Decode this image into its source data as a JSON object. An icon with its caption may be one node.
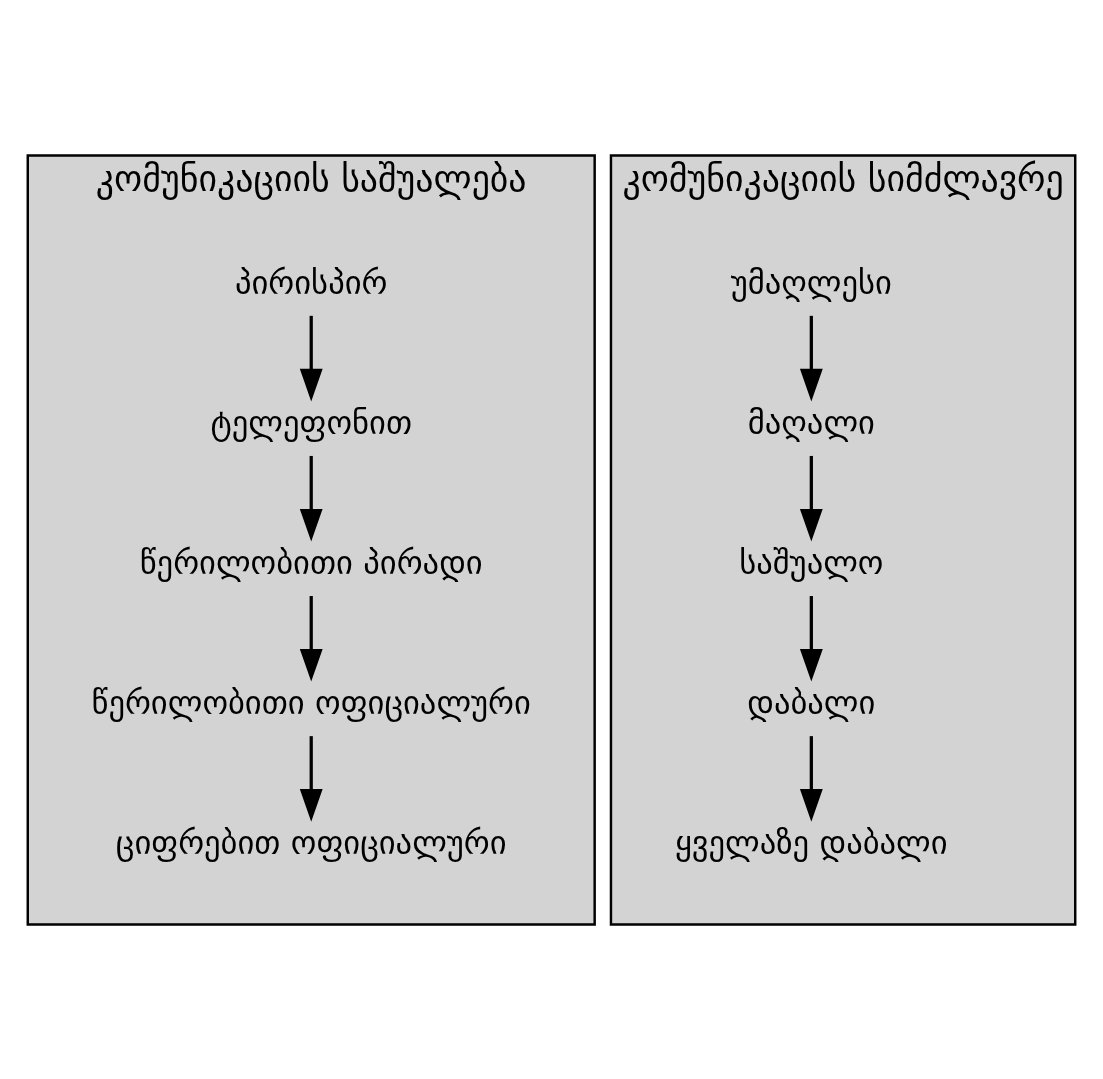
{
  "diagram": {
    "nodes": [
      {
        "text": [
          "კომუნიკაციის საშუალება"
        ]
      },
      {
        "text": [
          "პირისპირ"
        ],
        "in": 0
      },
      {
        "text": [
          "ტელეფონით"
        ],
        "in": 0
      },
      {
        "text": [
          "წერილობითი პირადი"
        ],
        "in": 0
      },
      {
        "text": [
          "წერილობითი ოფიციალური"
        ],
        "in": 0
      },
      {
        "text": [
          "ციფრებით ოფიციალური"
        ],
        "in": 0
      },
      {
        "text": [
          "კომუნიკაციის სიმძლავრე"
        ]
      },
      {
        "text": [
          "უმაღლესი"
        ],
        "in": 6
      },
      {
        "text": [
          "მაღალი"
        ],
        "in": 6
      },
      {
        "text": [
          "საშუალო"
        ],
        "in": 6
      },
      {
        "text": [
          "დაბალი"
        ],
        "in": 6
      },
      {
        "text": [
          "ყველაზე დაბალი"
        ],
        "in": 6
      }
    ],
    "edges": [
      {
        "from": 1,
        "to": 2,
        "arrow": "to"
      },
      {
        "from": 2,
        "to": 3,
        "arrow": "to"
      },
      {
        "from": 3,
        "to": 4,
        "arrow": "to"
      },
      {
        "from": 4,
        "to": 5,
        "arrow": "to"
      },
      {
        "from": 7,
        "to": 8,
        "arrow": "to"
      },
      {
        "from": 8,
        "to": 9,
        "arrow": "to"
      },
      {
        "from": 9,
        "to": 10,
        "arrow": "to"
      },
      {
        "from": 10,
        "to": 11,
        "arrow": "to"
      }
    ]
  }
}
